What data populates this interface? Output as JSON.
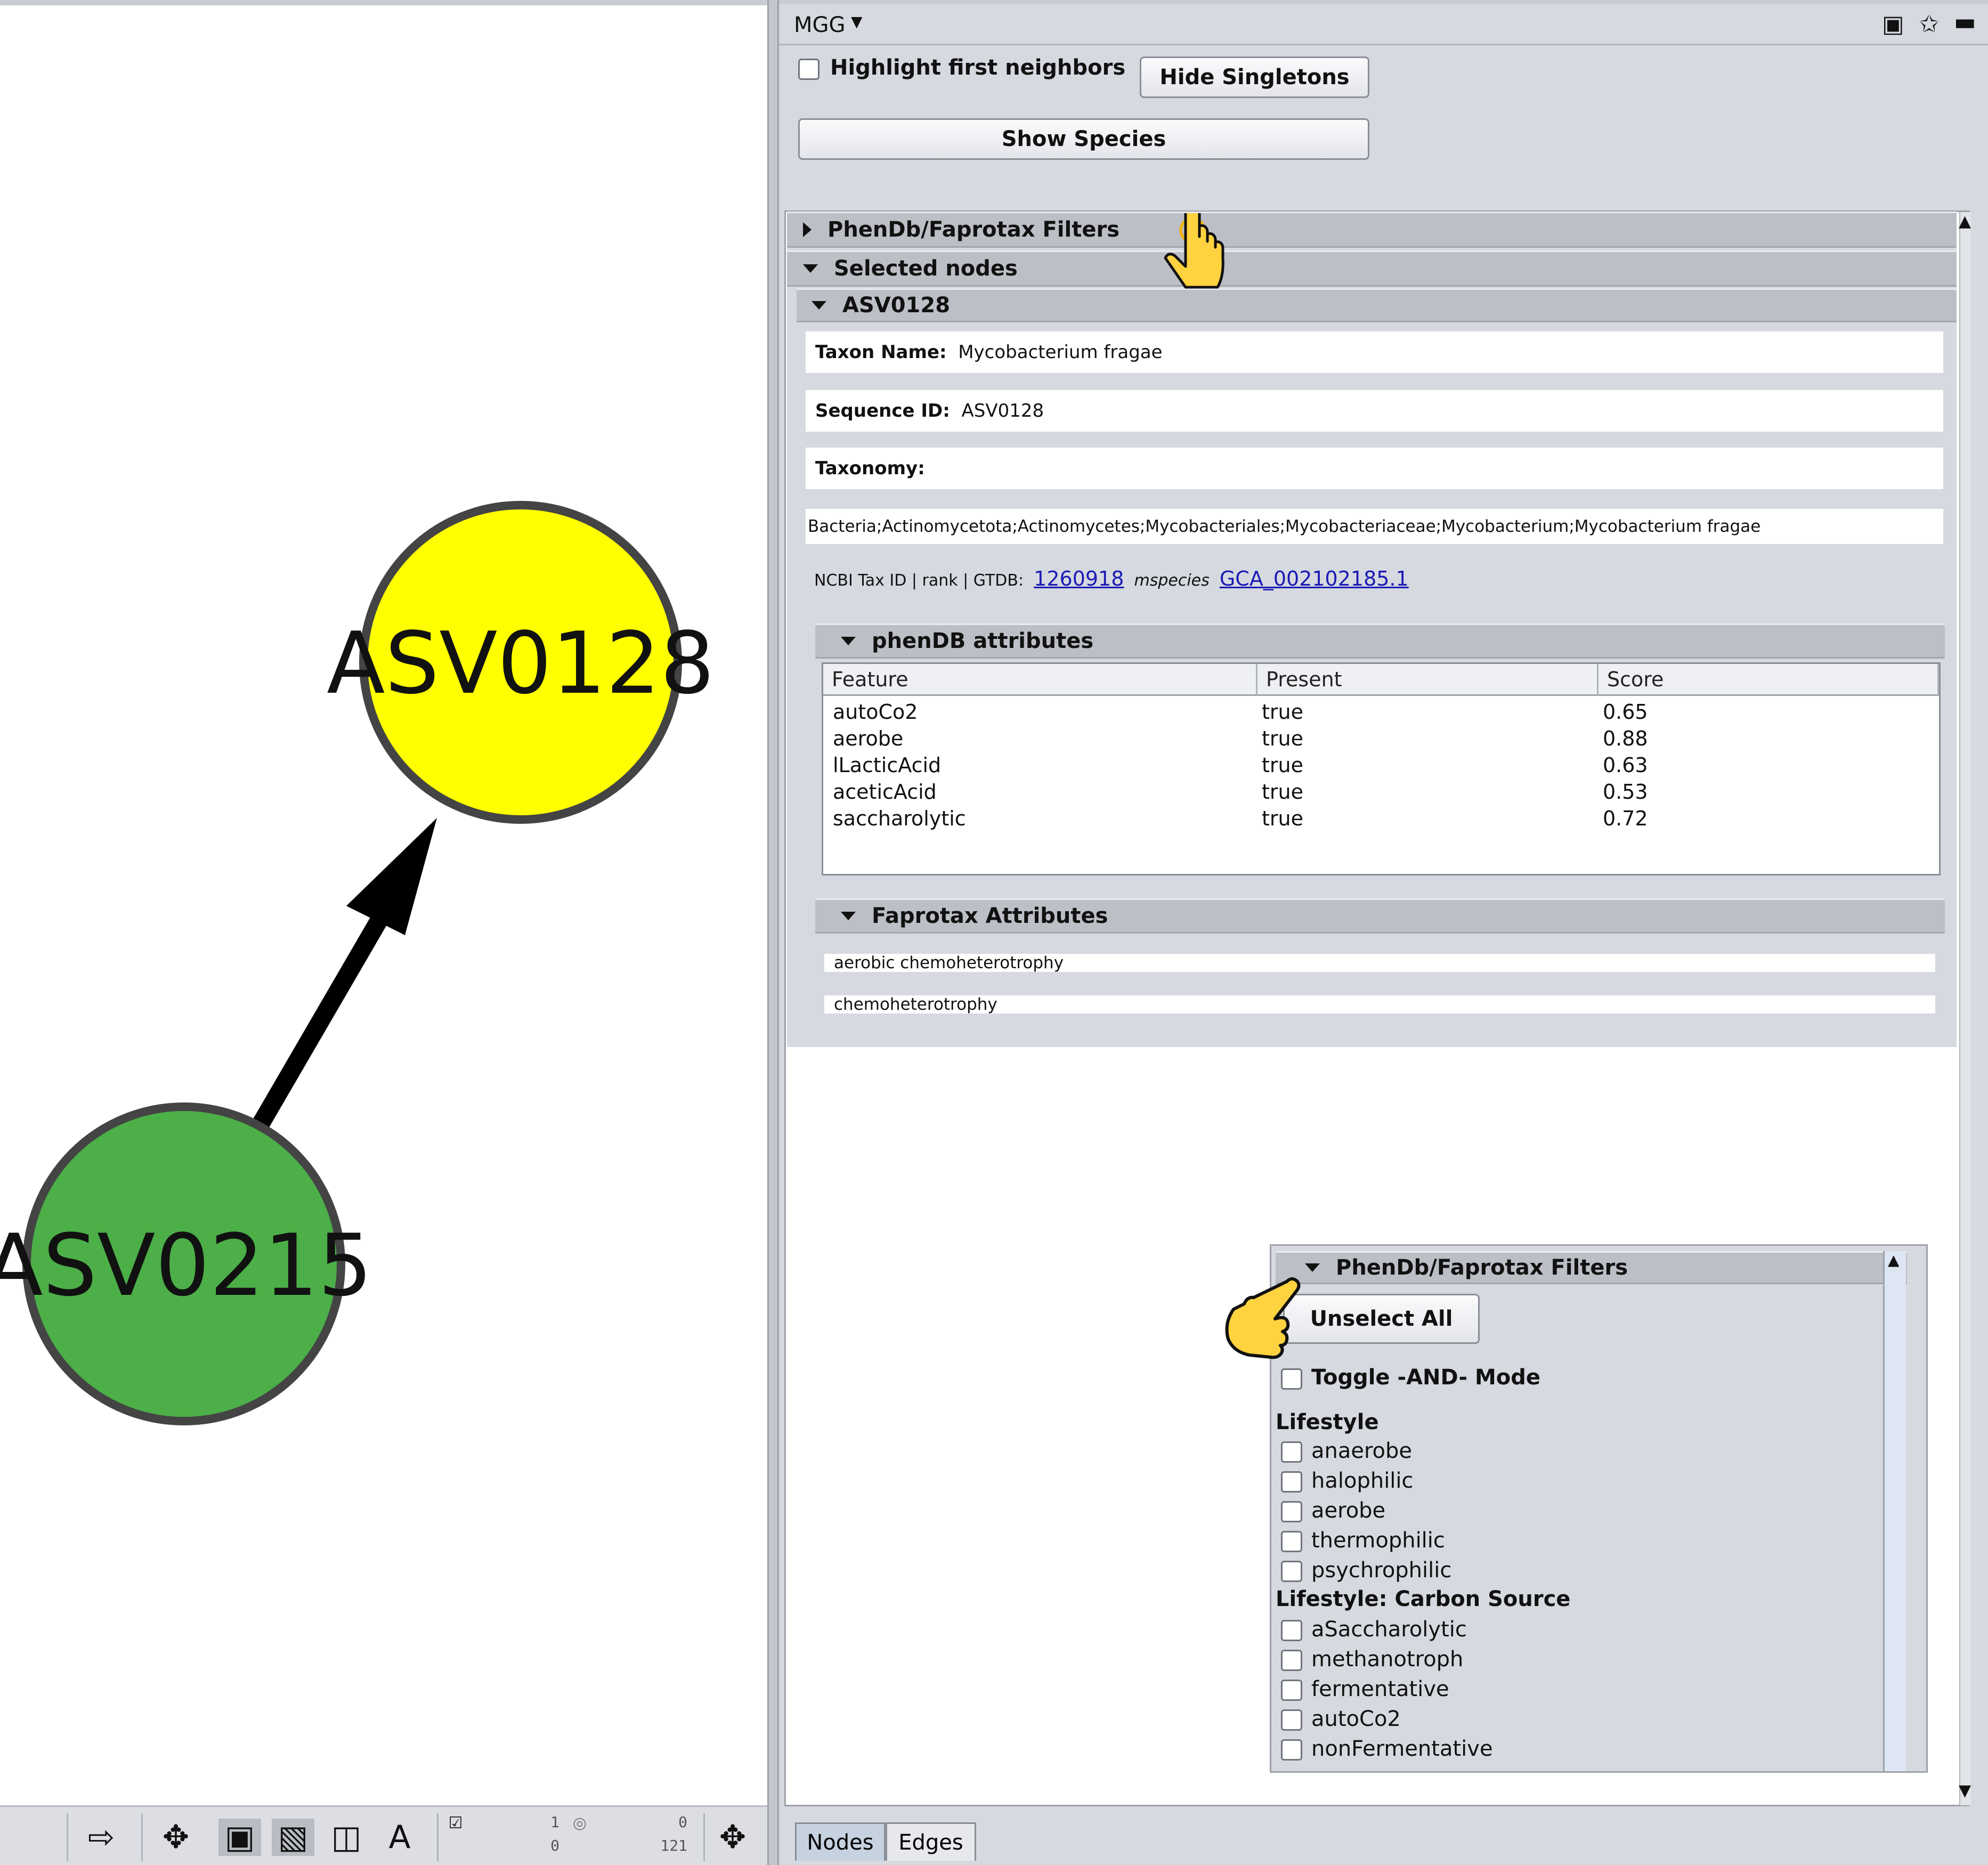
{
  "network": {
    "nodes": [
      {
        "id": "ASV0128",
        "label": "ASV0128",
        "color": "#ffff00"
      },
      {
        "id": "ASV0215",
        "label": "ASV0215",
        "color": "#4caf48"
      }
    ],
    "edge_color": "#000000",
    "node_border_color": "#444444"
  },
  "toolbar": {
    "counts": {
      "top_left": "1",
      "bottom_left": "0",
      "top_right": "0",
      "bottom_right": "121"
    }
  },
  "panel": {
    "title": "MGG",
    "highlight_label": "Highlight first neighbors",
    "hide_singletons_label": "Hide Singletons",
    "show_species_label": "Show Species",
    "filters_header": "PhenDb/Faprotax Filters",
    "selected_nodes_header": "Selected nodes",
    "node_header": "ASV0128",
    "taxon_name_label": "Taxon Name:",
    "taxon_name_value": "Mycobacterium fragae",
    "sequence_id_label": "Sequence ID:",
    "sequence_id_value": "ASV0128",
    "taxonomy_label": "Taxonomy:",
    "taxonomy_value": "Bacteria;Actinomycetota;Actinomycetes;Mycobacteriales;Mycobacteriaceae;Mycobacterium;Mycobacterium fragae",
    "ncbi_label": "NCBI Tax ID | rank | GTDB:",
    "ncbi_id": "1260918",
    "ncbi_rank": "mspecies",
    "gtdb_id": "GCA_002102185.1",
    "phendb_header": "phenDB attributes",
    "phendb_columns": [
      "Feature",
      "Present",
      "Score"
    ],
    "phendb_rows": [
      {
        "feature": "autoCo2",
        "present": "true",
        "score": "0.65"
      },
      {
        "feature": "aerobe",
        "present": "true",
        "score": "0.88"
      },
      {
        "feature": "lLacticAcid",
        "present": "true",
        "score": "0.63"
      },
      {
        "feature": "aceticAcid",
        "present": "true",
        "score": "0.53"
      },
      {
        "feature": "saccharolytic",
        "present": "true",
        "score": "0.72"
      }
    ],
    "faprotax_header": "Faprotax Attributes",
    "faprotax_items": [
      "aerobic chemoheterotrophy",
      "chemoheterotrophy"
    ],
    "tabs": [
      "Nodes",
      "Edges"
    ]
  },
  "popup": {
    "header": "PhenDb/Faprotax Filters",
    "unselect_all_label": "Unselect All",
    "toggle_and_label": "Toggle -AND- Mode",
    "lifestyle_heading": "Lifestyle",
    "lifestyle_items": [
      "anaerobe",
      "halophilic",
      "aerobe",
      "thermophilic",
      "psychrophilic"
    ],
    "carbon_heading": "Lifestyle: Carbon Source",
    "carbon_items": [
      "aSaccharolytic",
      "methanotroph",
      "fermentative",
      "autoCo2",
      "nonFermentative"
    ]
  }
}
